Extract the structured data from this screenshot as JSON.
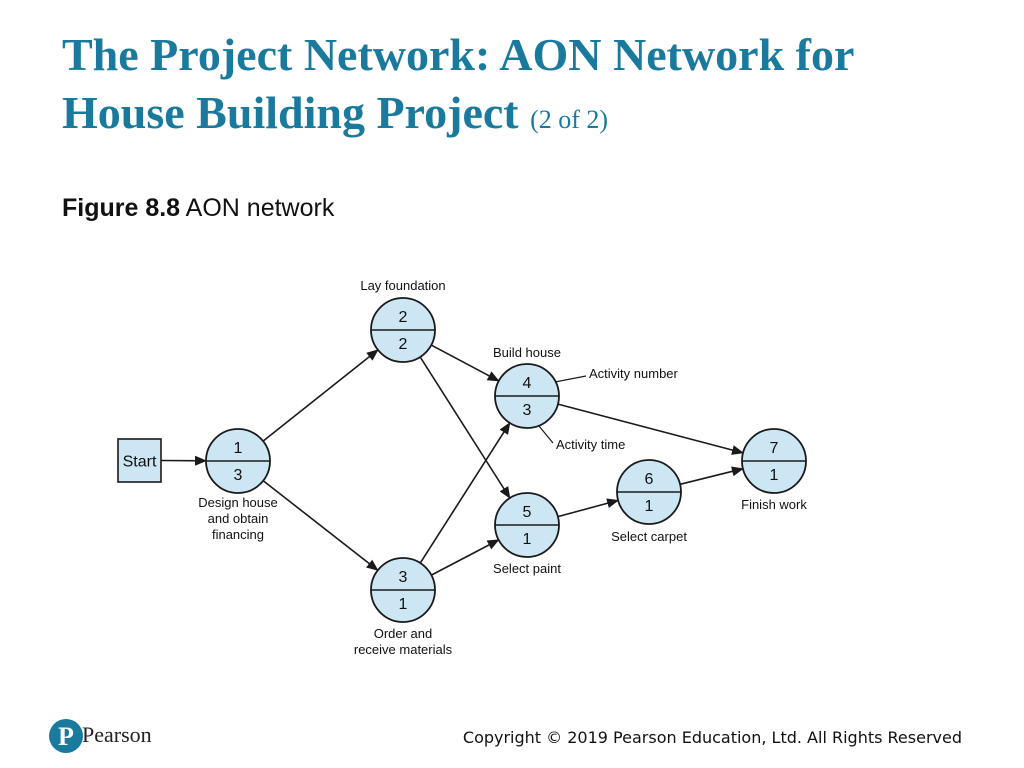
{
  "title": {
    "main": "The Project Network: AON Network for House Building Project",
    "part": "(2 of 2)"
  },
  "figure": {
    "label": "Figure 8.8",
    "caption": "AON network"
  },
  "diagram": {
    "start_label": "Start",
    "nodes": [
      {
        "id": "n1",
        "activity_number": "1",
        "activity_time": "3",
        "label_lines": [
          "Design house",
          "and obtain",
          "financing"
        ]
      },
      {
        "id": "n2",
        "activity_number": "2",
        "activity_time": "2",
        "label_lines": [
          "Lay foundation"
        ]
      },
      {
        "id": "n3",
        "activity_number": "3",
        "activity_time": "1",
        "label_lines": [
          "Order and",
          "receive materials"
        ]
      },
      {
        "id": "n4",
        "activity_number": "4",
        "activity_time": "3",
        "label_lines": [
          "Build house"
        ]
      },
      {
        "id": "n5",
        "activity_number": "5",
        "activity_time": "1",
        "label_lines": [
          "Select paint"
        ]
      },
      {
        "id": "n6",
        "activity_number": "6",
        "activity_time": "1",
        "label_lines": [
          "Select carpet"
        ]
      },
      {
        "id": "n7",
        "activity_number": "7",
        "activity_time": "1",
        "label_lines": [
          "Finish work"
        ]
      }
    ],
    "edges": [
      {
        "from": "start",
        "to": "n1"
      },
      {
        "from": "n1",
        "to": "n2"
      },
      {
        "from": "n1",
        "to": "n3"
      },
      {
        "from": "n2",
        "to": "n4"
      },
      {
        "from": "n2",
        "to": "n5"
      },
      {
        "from": "n3",
        "to": "n4"
      },
      {
        "from": "n3",
        "to": "n5"
      },
      {
        "from": "n4",
        "to": "n7"
      },
      {
        "from": "n5",
        "to": "n6"
      },
      {
        "from": "n6",
        "to": "n7"
      }
    ],
    "annotations": {
      "activity_number": "Activity number",
      "activity_time": "Activity time"
    },
    "colors": {
      "node_fill": "#cce6f4",
      "stroke": "#1a1a1a"
    }
  },
  "footer": {
    "brand": "Pearson",
    "logo_letter": "P",
    "logo_color": "#1a7a9e",
    "copyright": "Copyright © 2019 Pearson Education, Ltd. All Rights Reserved"
  }
}
